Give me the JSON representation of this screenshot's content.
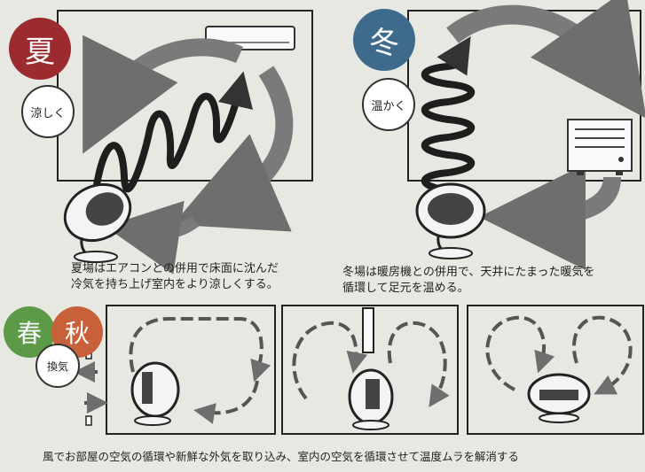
{
  "summer": {
    "badge": "夏",
    "sub": "涼しく",
    "caption_1": "夏場はエアコンとの併用で床面に沈んだ",
    "caption_2": "冷気を持ち上げ室内をより涼しくする。"
  },
  "winter": {
    "badge": "冬",
    "sub": "温かく",
    "caption_1": "冬場は暖房機との併用で、天井にたまった暖気を",
    "caption_2": "循環して足元を温める。"
  },
  "spring_autumn": {
    "badge_spring": "春",
    "badge_autumn": "秋",
    "sub": "換気",
    "caption": "風でお部屋の空気の循環や新鮮な外気を取り込み、室内の空気を循環させて温度ムラを解消する"
  },
  "colors": {
    "summer": "#9b2b2f",
    "winter": "#3e6a8c",
    "spring": "#5c9a47",
    "autumn": "#c8603a",
    "arrow": "#6e6e6e",
    "coil": "#222222"
  },
  "icons": [
    "air-conditioner-icon",
    "heater-icon",
    "circulator-fan-icon",
    "window-icon",
    "coil-airflow-icon"
  ]
}
